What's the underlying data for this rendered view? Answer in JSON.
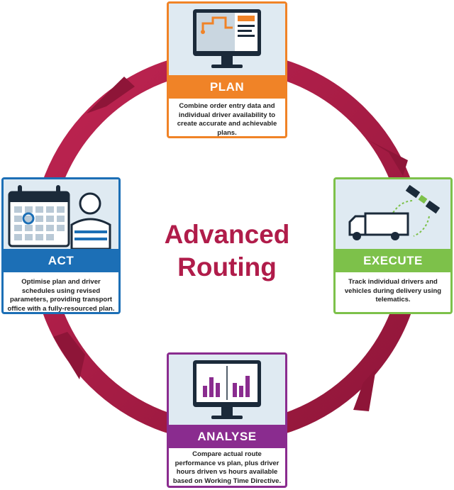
{
  "title": {
    "line1": "Advanced",
    "line2": "Routing"
  },
  "colors": {
    "ring": "#a81c46",
    "plan": "#f08327",
    "execute": "#7dc14a",
    "act": "#1c6fb6",
    "analyse": "#8a2c8f",
    "title": "#b01c4a",
    "illustration_bg": "#dfeaf2"
  },
  "steps": [
    {
      "id": "plan",
      "label": "PLAN",
      "icon": "monitor-route-map-icon",
      "description": "Combine order entry data and individual driver availability to create accurate and achievable plans."
    },
    {
      "id": "execute",
      "label": "EXECUTE",
      "icon": "truck-satellite-icon",
      "description": "Track individual drivers and vehicles during delivery using telematics."
    },
    {
      "id": "analyse",
      "label": "ANALYSE",
      "icon": "monitor-bar-charts-icon",
      "description": "Compare actual route performance vs plan, plus driver hours driven vs hours available based on Working Time Directive."
    },
    {
      "id": "act",
      "label": "ACT",
      "icon": "calendar-driver-icon",
      "description": "Optimise plan and driver schedules using revised parameters, providing transport office with a fully-resourced plan."
    }
  ]
}
